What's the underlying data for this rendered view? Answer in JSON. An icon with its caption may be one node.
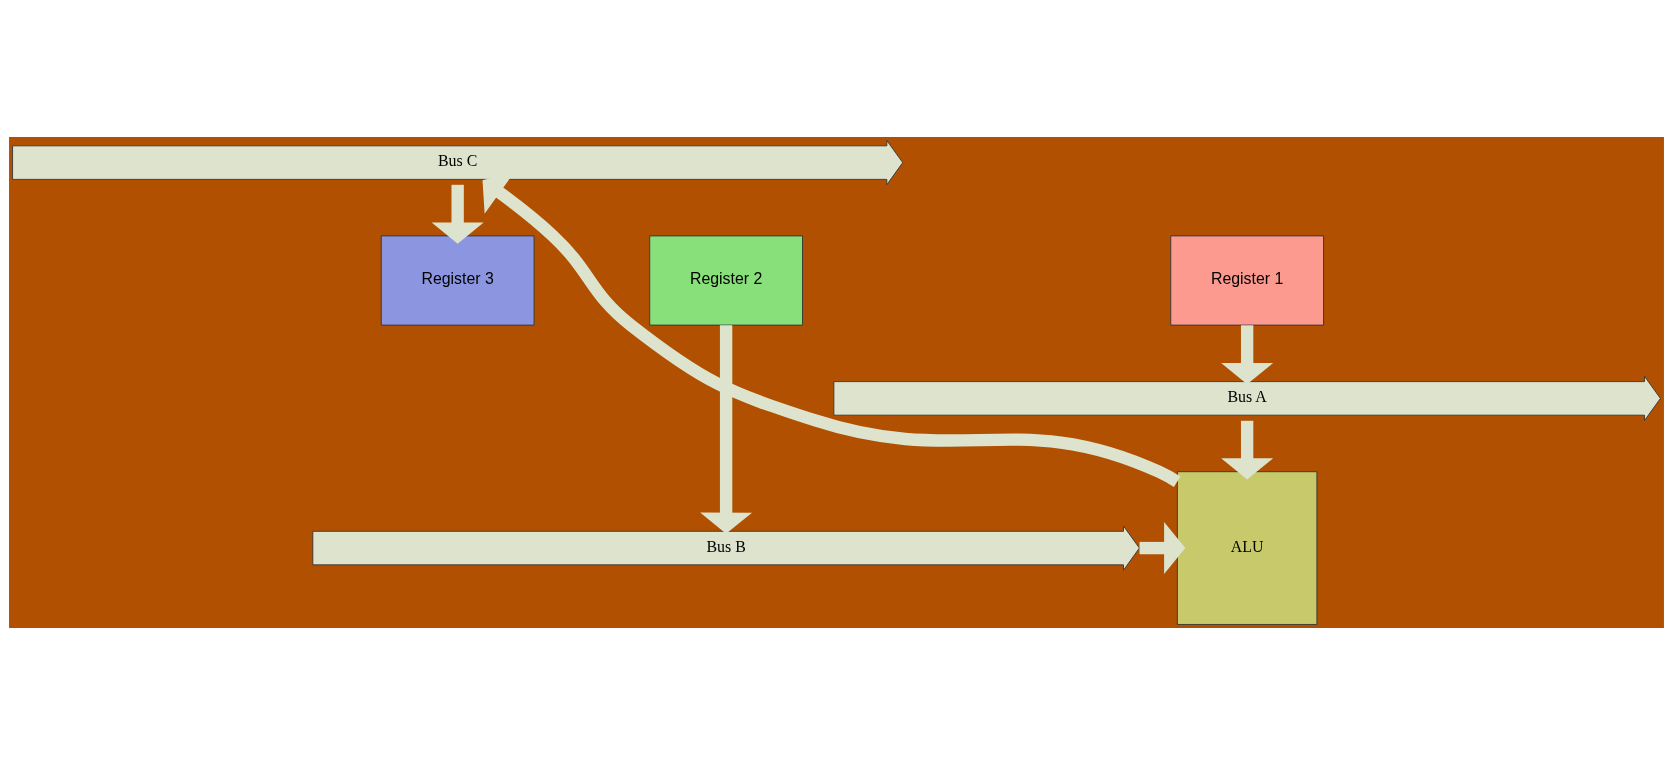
{
  "diagram": {
    "nodes": [
      {
        "text": [
          "Bus C"
        ]
      },
      {
        "text": [
          "Register 1"
        ]
      },
      {
        "text": [
          "Register 2"
        ]
      },
      {
        "text": [
          "Register 3"
        ]
      },
      {
        "text": [
          "Bus A"
        ]
      },
      {
        "text": [
          "Bus B"
        ]
      },
      {
        "text": [
          "ALU"
        ]
      }
    ],
    "edges": [
      {
        "from": 0,
        "to": 3,
        "arrow": "to"
      },
      {
        "from": 1,
        "to": 4,
        "arrow": "to"
      },
      {
        "from": 2,
        "to": 5,
        "arrow": "to"
      },
      {
        "from": 4,
        "to": 6,
        "arrow": "to"
      },
      {
        "from": 5,
        "to": 6,
        "arrow": "to"
      },
      {
        "from": 6,
        "to": 0,
        "arrow": "to"
      }
    ]
  }
}
